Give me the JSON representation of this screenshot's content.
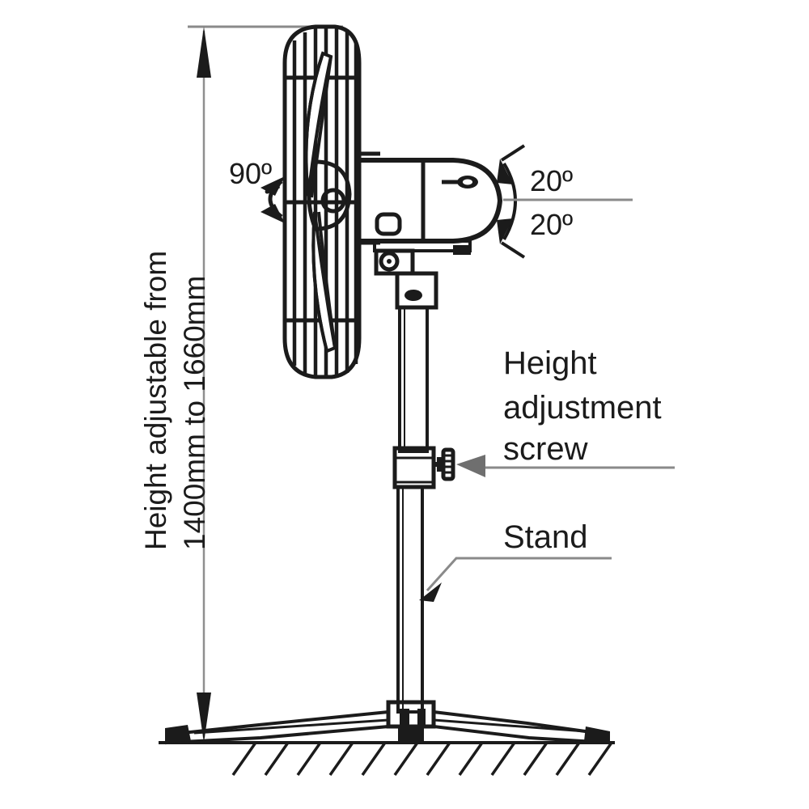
{
  "figure": {
    "title": "Pedestal fan adjustment diagram",
    "background_color": "#ffffff",
    "ink_color": "#1b1b1b",
    "leader_color": "#8a8a8a"
  },
  "dimension": {
    "height_label_line1": "Height adjustable from",
    "height_label_line2": "1400mm to 1660mm",
    "orientation": "vertical-rotated-90ccw"
  },
  "angles": {
    "tilt_rotation": "90º",
    "tilt_up": "20º",
    "tilt_down": "20º"
  },
  "callouts": {
    "screw_line1": "Height",
    "screw_line2": "adjustment",
    "screw_line3": "screw",
    "stand": "Stand"
  },
  "parts": {
    "guard_name": "fan-guard-cage",
    "blade_name": "fan-blade",
    "motor_name": "motor-housing",
    "pole_upper_name": "upper-pole",
    "pole_lower_name": "lower-pole",
    "collar_name": "height-adjust-collar",
    "screw_name": "thumb-screw",
    "base_name": "base-stand",
    "ground_name": "ground-line"
  }
}
